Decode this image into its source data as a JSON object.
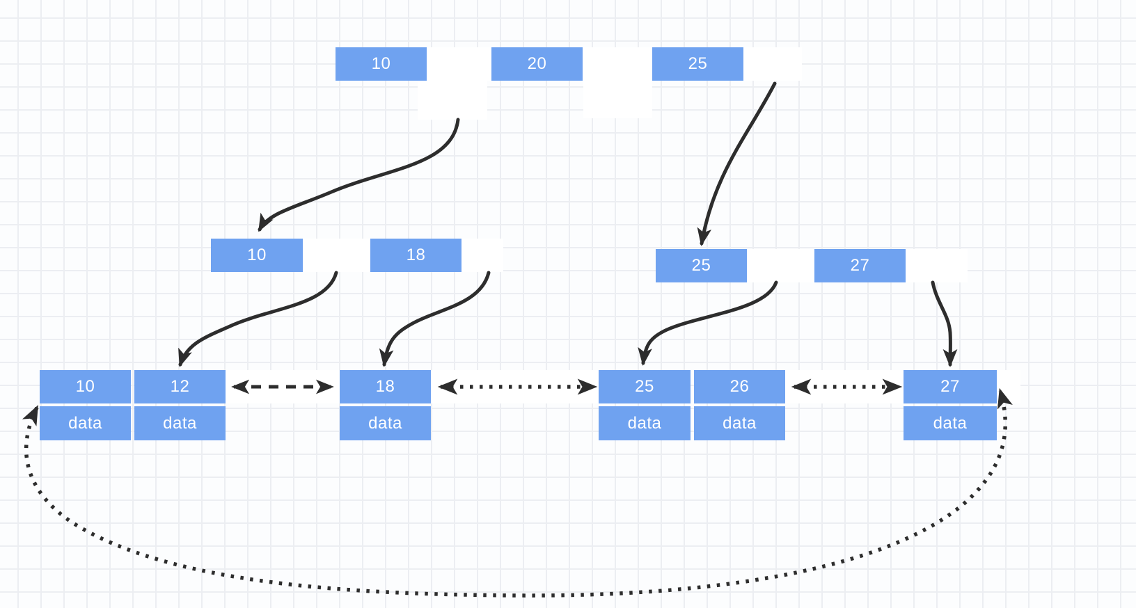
{
  "diagram": {
    "type": "b-plus-tree-index",
    "root": {
      "keys": [
        "10",
        "20",
        "25"
      ]
    },
    "internal": [
      {
        "keys": [
          "10",
          "18"
        ]
      },
      {
        "keys": [
          "25",
          "27"
        ]
      }
    ],
    "leaves": [
      {
        "keys": [
          "10",
          "12"
        ],
        "values": [
          "data",
          "data"
        ]
      },
      {
        "keys": [
          "18"
        ],
        "values": [
          "data"
        ]
      },
      {
        "keys": [
          "25",
          "26"
        ],
        "values": [
          "data",
          "data"
        ]
      },
      {
        "keys": [
          "27"
        ],
        "values": [
          "data"
        ]
      }
    ],
    "connectors": {
      "root_to_internal_left": "solid-curved-arrow",
      "root_to_internal_right": "solid-curved-arrow",
      "internal_left_to_leaf_1": "solid-curved-arrow",
      "internal_left_to_leaf_2": "solid-curved-arrow",
      "internal_right_to_leaf_3": "solid-curved-arrow",
      "internal_right_to_leaf_4": "solid-curved-arrow",
      "leaf_1_leaf_2": "dashed-double-arrow",
      "leaf_2_leaf_3": "dotted-double-arrow",
      "leaf_3_leaf_4": "dotted-double-arrow",
      "leaf_4_to_leaf_1_loop": "dotted-double-arrow-loop"
    },
    "colors": {
      "node_fill": "#6FA2F0",
      "node_text": "#FFFFFF",
      "pointer_fill": "#FFFFFF",
      "arrow": "#2D2D2D",
      "grid_line": "#ECEEF2",
      "background": "#FCFDFE"
    }
  }
}
